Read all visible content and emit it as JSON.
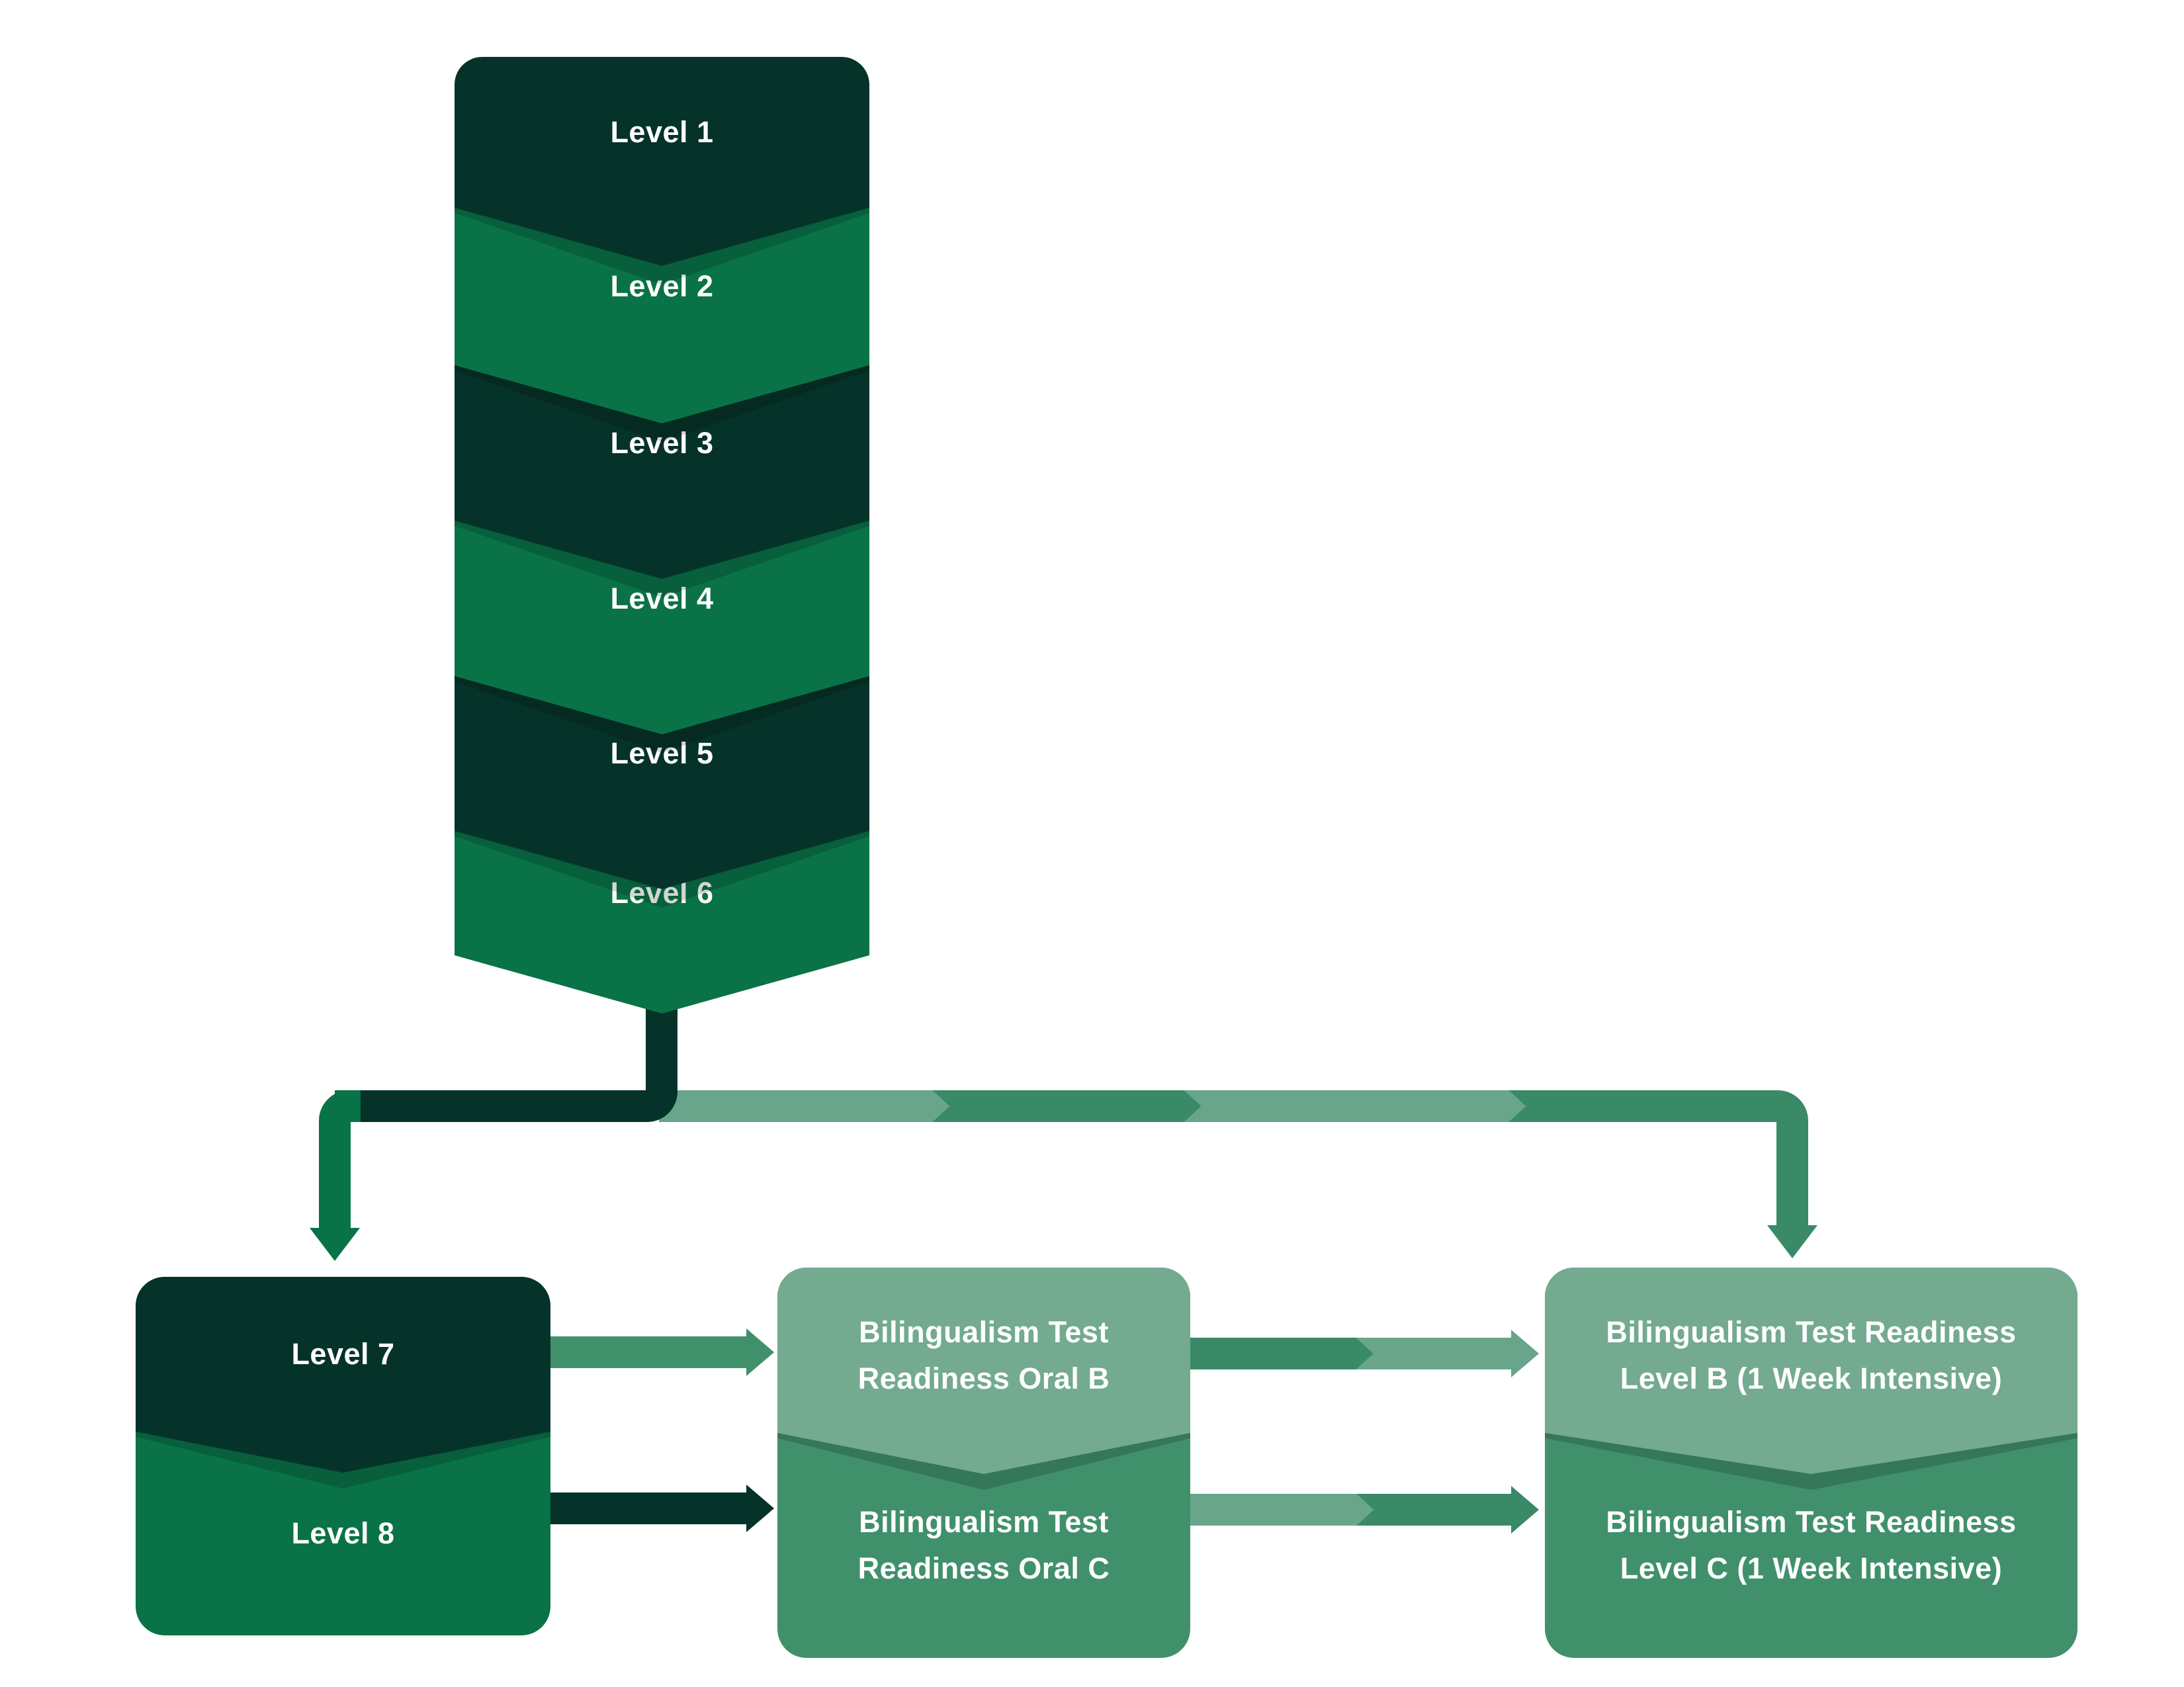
{
  "colors": {
    "dark_green": "#053329",
    "emerald_green": "#097347",
    "sea_green": "#3a8a68",
    "sea_green_box": "#40906c",
    "sage_green": "#68a58a",
    "sage_green_box": "#73aa90",
    "text": "#ffffff"
  },
  "stack": {
    "levels": [
      {
        "label": "Level 1"
      },
      {
        "label": "Level 2"
      },
      {
        "label": "Level 3"
      },
      {
        "label": "Level 4"
      },
      {
        "label": "Level 5"
      },
      {
        "label": "Level 6"
      }
    ]
  },
  "boxes": {
    "left": {
      "top_label": "Level 7",
      "bottom_label": "Level 8"
    },
    "middle": {
      "top_lines": [
        "Bilingualism Test",
        "Readiness Oral B"
      ],
      "bottom_lines": [
        "Bilingualism Test",
        "Readiness Oral C"
      ]
    },
    "right": {
      "top_lines": [
        "Bilingualism Test Readiness",
        "Level B (1 Week Intensive)"
      ],
      "bottom_lines": [
        "Bilingualism Test Readiness",
        "Level C (1 Week Intensive)"
      ]
    }
  }
}
